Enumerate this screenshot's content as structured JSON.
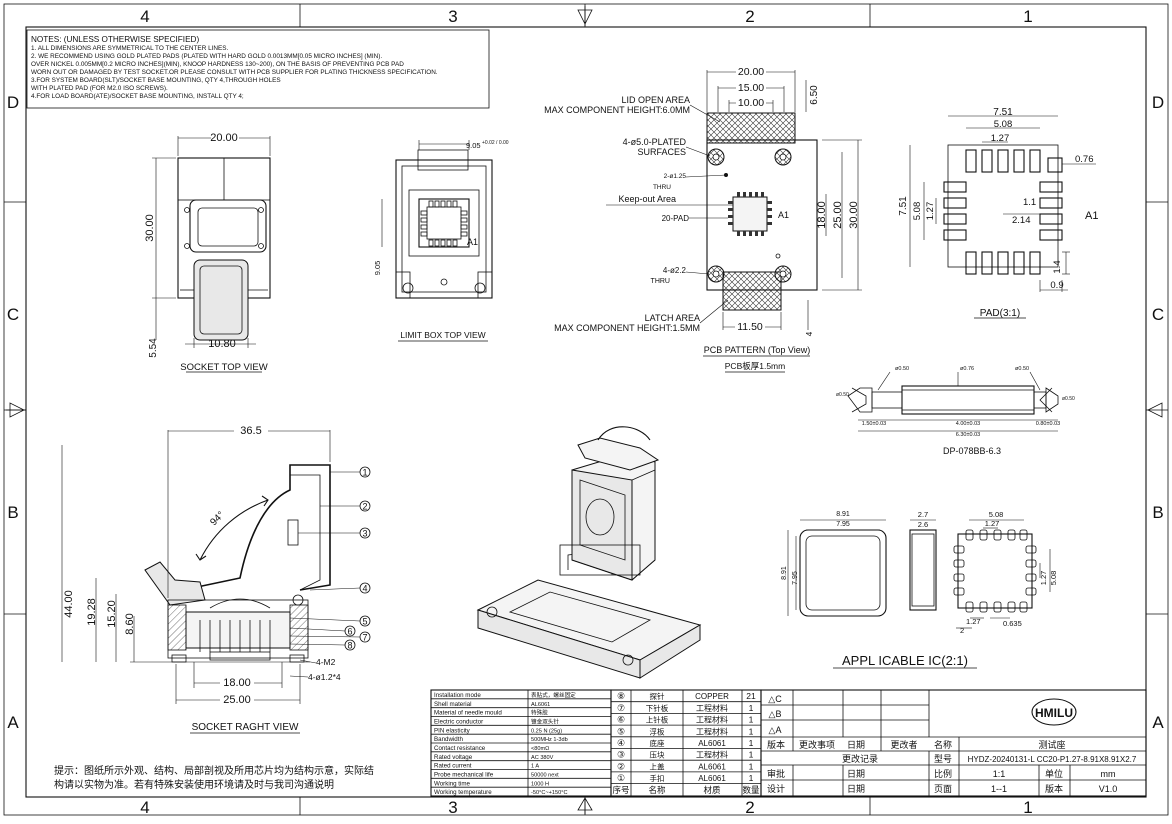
{
  "frame": {
    "col_top": [
      "4",
      "3",
      "2",
      "1"
    ],
    "col_bottom": [
      "4",
      "3",
      "2",
      "1"
    ],
    "row_left": [
      "D",
      "C",
      "B",
      "A"
    ],
    "row_right": [
      "D",
      "C",
      "B",
      "A"
    ]
  },
  "notes": [
    "NOTES: (UNLESS OTHERWISE SPECIFIED)",
    "1. ALL DIMENSIONS ARE SYMMETRICAL TO THE CENTER LINES.",
    "2. WE RECOMMEND USING GOLD PLATED PADS (PLATED WITH HARD GOLD 0.0013MM[0.05 MICRO INCHES] (MIN).",
    "OVER NICKEL 0.005MM[0.2 MICRO INCHES](MIN), KNOOP HARDNESS 130~200), ON THE BASIS OF PREVENTING PCB PAD",
    "WORN OUT OR DAMAGED BY TEST SOCKET.OR PLEASE CONSULT WITH PCB SUPPLIER FOR PLATING THICKNESS SPECIFICATION.",
    "3.FOR SYSTEM BOARD(SLT)/SOCKET BASE MOUNTING, QTY 4,THROUGH HOLES",
    "WITH PLATED PAD (FOR M2.0 ISO SCREWS).",
    "4.FOR LOAD BOARD(ATE)/SOCKET BASE MOUNTING, INSTALL QTY 4;"
  ],
  "socket_top": {
    "caption": "SOCKET TOP VIEW",
    "w": "20.00",
    "h": "30.00",
    "b": "10.80",
    "s": "5.54"
  },
  "limit_box": {
    "caption": "LIMIT BOX  TOP VIEW",
    "d1": "9.05",
    "tol": "+0.02 / 0.00",
    "d2": "9.05",
    "a1": "A1"
  },
  "pcb": {
    "caption": "PCB PATTERN (Top View)",
    "sub": "PCB板厚1.5mm",
    "lid1": "LID OPEN AREA",
    "lid2": "MAX COMPONENT HEIGHT:6.0MM",
    "plated1": "4-ø5.0-PLATED",
    "plated2": "SURFACES",
    "thru1": "2-ø1.25",
    "thru1b": "THRU",
    "keep": "Keep-out Area",
    "pad": "20-PAD",
    "thru2": "4-ø2.2",
    "thru2b": "THRU",
    "latch1": "LATCH AREA",
    "latch2": "MAX COMPONENT HEIGHT:1.5MM",
    "d20": "20.00",
    "d15": "15.00",
    "d10": "10.00",
    "d650": "6.50",
    "d18": "18.00",
    "d25": "25.00",
    "d30": "30.00",
    "d1150": "11.50",
    "d4": "4",
    "a1": "A1"
  },
  "pad": {
    "caption": "PAD(3:1)",
    "d751": "7.51",
    "d508": "5.08",
    "d127": "1.27",
    "d076": "0.76",
    "v751": "7.51",
    "v508": "5.08",
    "v127": "1.27",
    "d11": "1.1",
    "d214": "2.14",
    "d14": "1.4",
    "d09": "0.9",
    "a1": "A1"
  },
  "pin": {
    "caption": "DP-078BB-6.3",
    "d1": "ø0.50",
    "d2": "ø0.76",
    "d3": "ø0.50",
    "l1": "1.50±0.03",
    "l2": "4.00±0.03",
    "l3": "0.80±0.03",
    "lt": "6.30±0.03",
    "e1": "ø0.50",
    "e2": "ø0.50"
  },
  "side": {
    "caption": "SOCKET RAGHT VIEW",
    "w": "36.5",
    "angle": "94°",
    "h44": "44.00",
    "h1928": "19.28",
    "h1520": "15.20",
    "h860": "8.60",
    "b18": "18.00",
    "b25": "25.00",
    "m2": "4-M2",
    "hole": "4-ø1.2*4",
    "callouts": [
      "1",
      "2",
      "3",
      "4",
      "5",
      "6",
      "7",
      "8"
    ]
  },
  "ic": {
    "caption": "APPL ICABLE IC(2:1)",
    "d891": "8.91",
    "d795": "7.95",
    "d27": "2.7",
    "d26": "2.6",
    "v891": "8.91",
    "v795": "7.95",
    "d508": "5.08",
    "d127": "1.27",
    "v127": "1.27",
    "v508": "5.08",
    "b2": "2",
    "b127": "1.27",
    "b0635": "0.635"
  },
  "footnote": [
    "提示：图纸所示外观、结构、局部剖视及所用芯片均为结构示意，实际结",
    "构请以实物为准。若有特殊安装使用环境请及时与我司沟通说明"
  ],
  "specs": [
    [
      "Installation mode",
      "表贴式，螺丝固定"
    ],
    [
      "Shell material",
      "AL6061"
    ],
    [
      "Material of needle mould",
      "特殊胶"
    ],
    [
      "Electric conductor",
      "镀金双头针"
    ],
    [
      "PIN elasticity",
      "0.25 N (25g)"
    ],
    [
      "Bandwidth",
      "500MHz  1-3db"
    ],
    [
      "Contact resistance",
      "<80mΩ"
    ],
    [
      "Rated voltage",
      "AC  380V"
    ],
    [
      "Rated current",
      "1 A"
    ],
    [
      "Probe mechanical life",
      "50000 next"
    ],
    [
      "Working time",
      "1000 H"
    ],
    [
      "Working temperature",
      "-50°C~+150°C"
    ]
  ],
  "bom": [
    [
      "⑧",
      "探针",
      "COPPER",
      "21"
    ],
    [
      "⑦",
      "下针板",
      "工程材料",
      "1"
    ],
    [
      "⑥",
      "上针板",
      "工程材料",
      "1"
    ],
    [
      "⑤",
      "浮板",
      "工程材料",
      "1"
    ],
    [
      "④",
      "底座",
      "AL6061",
      "1"
    ],
    [
      "③",
      "压块",
      "工程材料",
      "1"
    ],
    [
      "②",
      "上盖",
      "AL6061",
      "1"
    ],
    [
      "①",
      "手扣",
      "AL6061",
      "1"
    ]
  ],
  "bom_head": [
    "序号",
    "名称",
    "材质",
    "数量"
  ],
  "title": {
    "revs": [
      "△C",
      "△B",
      "△A"
    ],
    "rev_head": [
      "版本",
      "更改事项",
      "日期",
      "更改者"
    ],
    "rev_record": "更改记录",
    "review": "审批",
    "design": "设计",
    "date1": "日期",
    "date2": "日期",
    "name_l": "名称",
    "name_v": "测试座",
    "model_l": "型号",
    "model_v": "HYDZ-20240131-L  CC20-P1.27-8.91X8.91X2.7",
    "scale_l": "比例",
    "scale_v": "1:1",
    "unit_l": "单位",
    "unit_v": "mm",
    "page_l": "页面",
    "page_v": "1--1",
    "ver_l": "版本",
    "ver_v": "V1.0",
    "logo": "HMILU"
  }
}
